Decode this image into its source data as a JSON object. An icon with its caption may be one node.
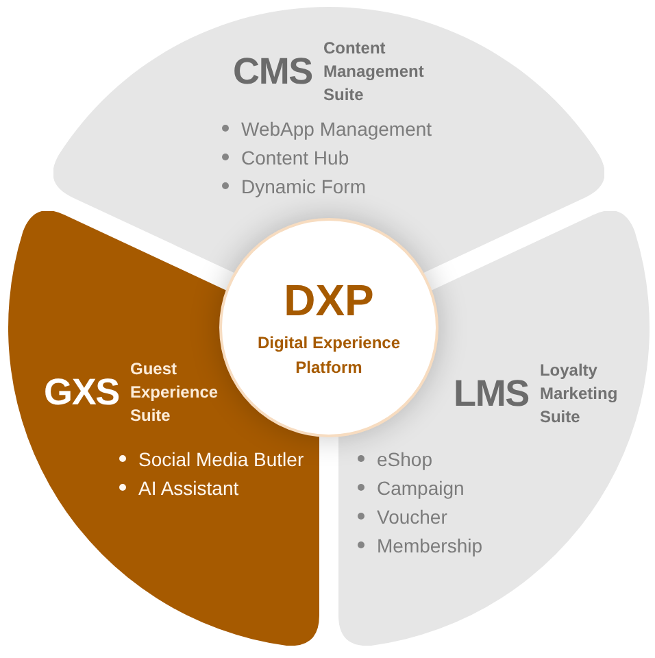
{
  "diagram": {
    "nodes": [
      {
        "text": [
          "CMS",
          "Content Management Suite",
          "WebApp Management",
          "Content Hub",
          "Dynamic Form"
        ]
      },
      {
        "text": [
          "DXP",
          "Digital Experience Platform"
        ]
      },
      {
        "text": [
          "GXS",
          "Guest Experience Suite",
          "Social Media Butler",
          "AI Assistant"
        ]
      },
      {
        "text": [
          "LMS",
          "Loyalty Marketing Suite",
          "eShop",
          "Campaign",
          "Voucher",
          "Membership"
        ]
      }
    ]
  }
}
